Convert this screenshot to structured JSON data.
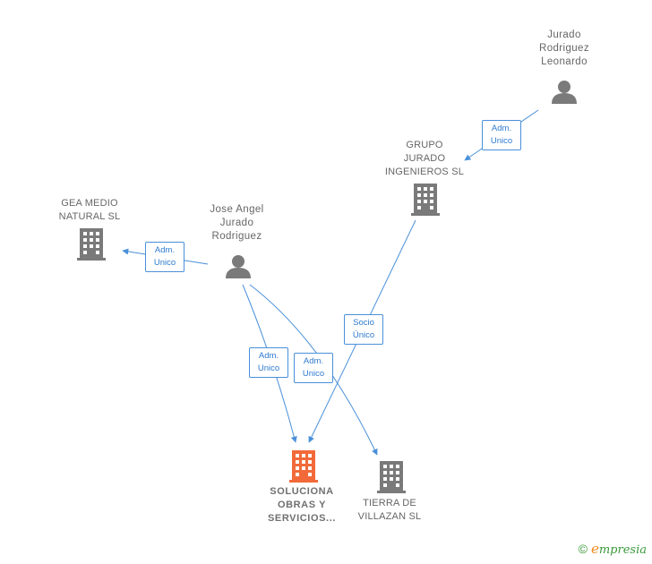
{
  "nodes": {
    "jurado_rodriguez_leonardo": {
      "label": "Jurado\nRodriguez\nLeonardo",
      "type": "person"
    },
    "grupo_jurado": {
      "label": "GRUPO\nJURADO\nINGENIEROS SL",
      "type": "company"
    },
    "gea_medio": {
      "label": "GEA MEDIO\nNATURAL  SL",
      "type": "company"
    },
    "jose_angel": {
      "label": "Jose Angel\nJurado\nRodriguez",
      "type": "person"
    },
    "soluciona": {
      "label": "SOLUCIONA\nOBRAS Y\nSERVICIOS...",
      "type": "company-main"
    },
    "tierra_villazan": {
      "label": "TIERRA DE\nVILLAZAN  SL",
      "type": "company"
    }
  },
  "edges": [
    {
      "from": "jurado_rodriguez_leonardo",
      "to": "grupo_jurado",
      "label": "Adm.\nUnico"
    },
    {
      "from": "jose_angel",
      "to": "gea_medio",
      "label": "Adm.\nUnico"
    },
    {
      "from": "grupo_jurado",
      "to": "soluciona",
      "label": "Socio\nÚnico"
    },
    {
      "from": "jose_angel",
      "to": "soluciona",
      "label": "Adm.\nUnico"
    },
    {
      "from": "jose_angel",
      "to": "tierra_villazan",
      "label": "Adm.\nUnico"
    }
  ],
  "colors": {
    "edge": "#4a90d9",
    "icon": "#7a7a7a",
    "main_icon": "#f26a3a"
  },
  "footer": {
    "copyright": "©",
    "brand_initial": "e",
    "brand_rest": "mpresia"
  }
}
